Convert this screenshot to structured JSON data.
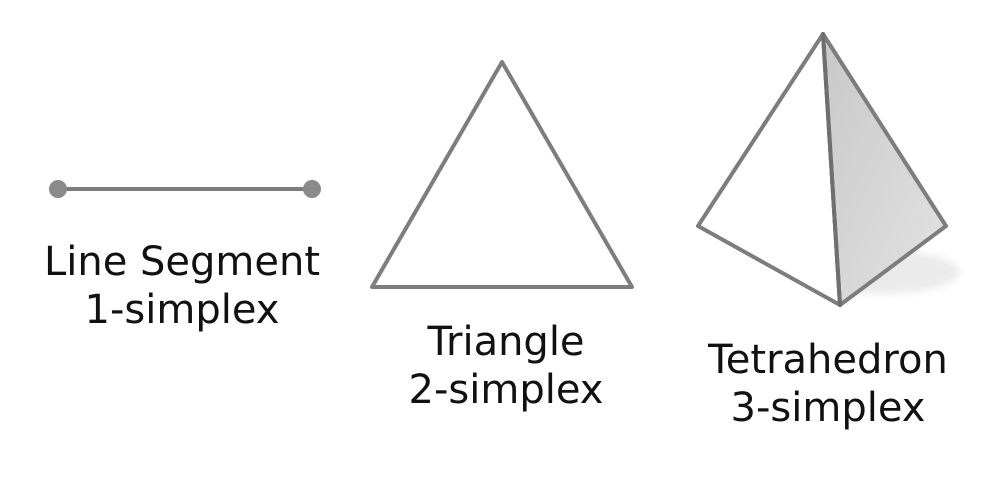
{
  "figures": [
    {
      "id": "line-segment",
      "name": "Line Segment",
      "simplex": "1-simplex"
    },
    {
      "id": "triangle",
      "name": "Triangle",
      "simplex": "2-simplex"
    },
    {
      "id": "tetrahedron",
      "name": "Tetrahedron",
      "simplex": "3-simplex"
    }
  ],
  "colors": {
    "stroke": "#7d7d7d",
    "vertex": "#8a8a8a",
    "face_light": "#ffffff",
    "face_shaded": "#cfcfcf",
    "text": "#111111"
  }
}
